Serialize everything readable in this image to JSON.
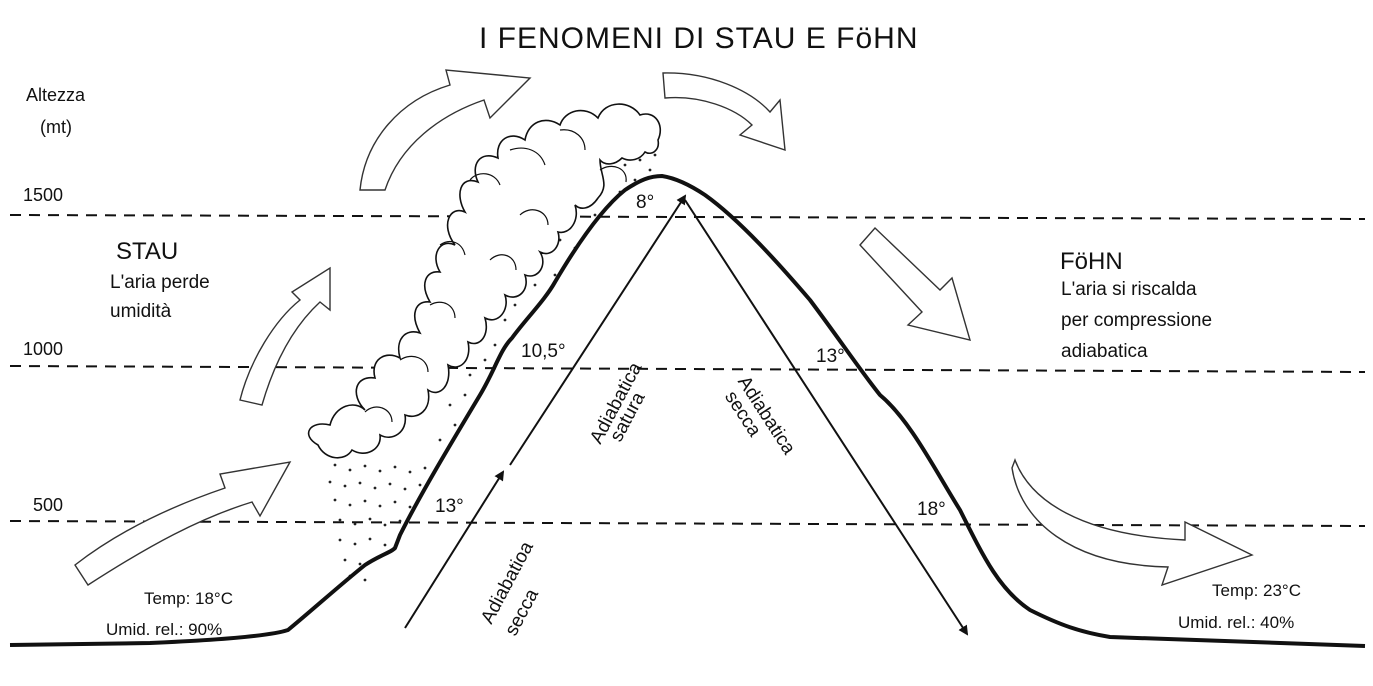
{
  "title": "I FENOMENI DI STAU E FöHN",
  "axis": {
    "label_line1": "Altezza",
    "label_line2": "(mt)",
    "levels": [
      "1500",
      "1000",
      "500"
    ]
  },
  "stau": {
    "heading": "STAU",
    "desc_line1": "L'aria perde",
    "desc_line2": "umidità",
    "temp": "Temp: 18°C",
    "humidity": "Umid. rel.: 90%"
  },
  "fohn": {
    "heading": "FöHN",
    "desc_line1": "L'aria si riscalda",
    "desc_line2": "per compressione",
    "desc_line3": "adiabatica",
    "temp": "Temp: 23°C",
    "humidity": "Umid. rel.: 40%"
  },
  "temperatures": {
    "peak": "8°",
    "windward_1000": "10,5°",
    "windward_500": "13°",
    "leeward_1000": "13°",
    "leeward_500": "18°"
  },
  "processes": {
    "windward_dry_line1": "Adiabatioa",
    "windward_dry_line2": "secca",
    "windward_saturated_line1": "Adiabatica",
    "windward_saturated_line2": "satura",
    "leeward_dry_line1": "Adiabatica",
    "leeward_dry_line2": "secca"
  }
}
